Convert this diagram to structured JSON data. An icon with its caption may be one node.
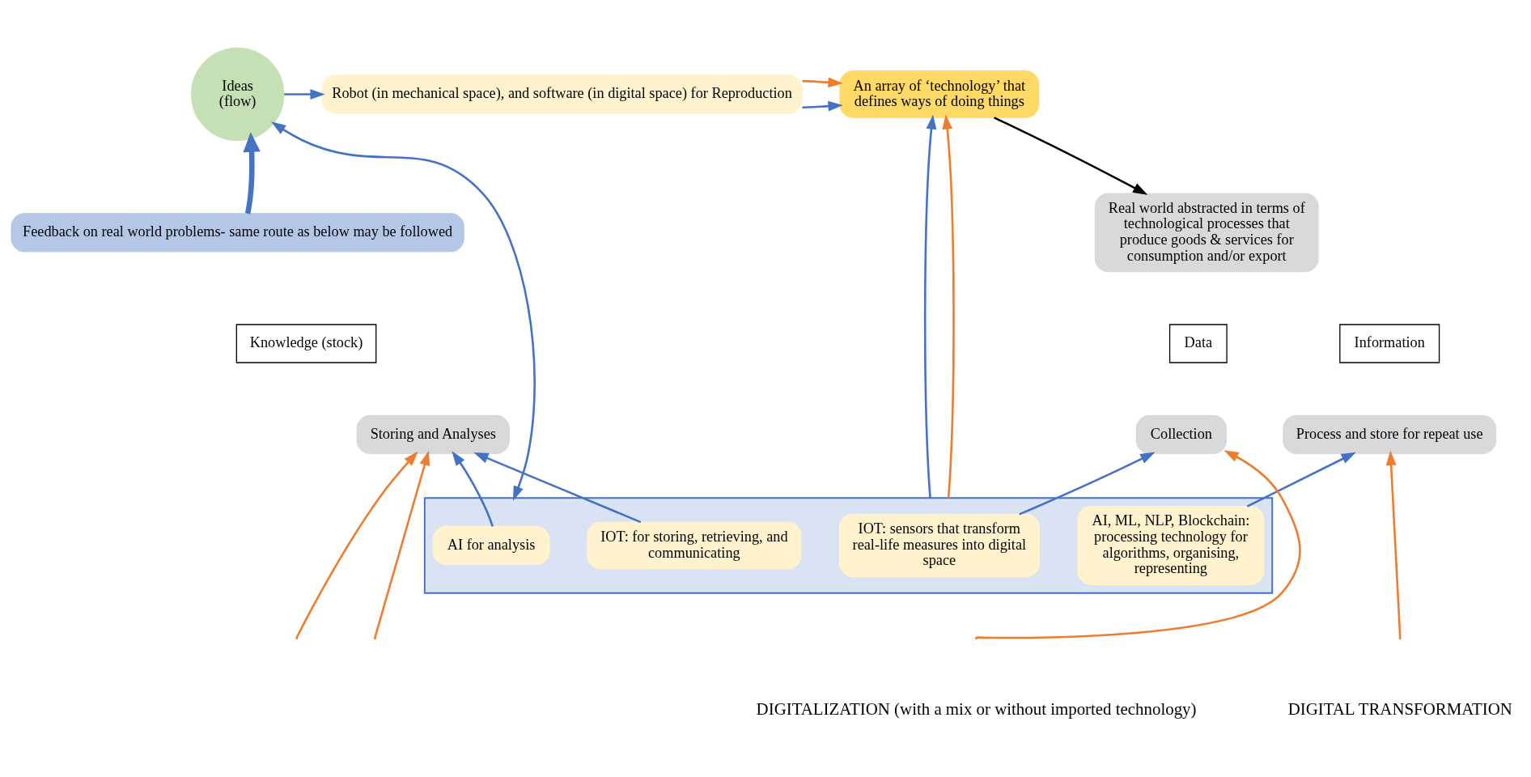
{
  "diagram": {
    "nodes": [
      {
        "text": [
          "An array of ‘technology’ that defines ways of doing things"
        ]
      },
      {
        "text": [
          "Robot (in mechanical space), and software (in digital space) for Reproduction"
        ]
      },
      {
        "text": [
          "Ideas",
          "(flow)"
        ]
      },
      {
        "text": [
          "Real world abstracted in terms of technological processes that produce goods & services for consumption and/or export"
        ]
      },
      {
        "text": [
          "Feedback on real world problems- same route as below may be followed"
        ]
      },
      {
        "text": [
          "Data"
        ]
      },
      {
        "text": [
          "Information"
        ]
      },
      {
        "text": [
          "Knowledge (stock)"
        ]
      },
      {
        "text": [
          "Collection"
        ]
      },
      {
        "text": [
          "Process and store for repeat use"
        ]
      },
      {
        "text": [
          "Storing and Analyses"
        ]
      },
      {
        "text": [],
        "shape": "box"
      },
      {
        "text": [
          "IOT: sensors that transform real-life measures into digital space"
        ],
        "in": 11
      },
      {
        "text": [
          "AI, ML, NLP, Blockchain: processing technology for algorithms, organising, representing"
        ],
        "in": 11
      },
      {
        "text": [
          "IOT: for storing, retrieving, and communicating"
        ],
        "in": 11
      },
      {
        "text": [
          "AI for analysis"
        ],
        "in": 11
      }
    ],
    "edges": [
      {
        "from": 1,
        "to": 0,
        "arrow": "to",
        "color": "#ed7d31"
      },
      {
        "from": 1,
        "to": 0,
        "arrow": "to"
      },
      {
        "from": 0,
        "to": 3,
        "arrow": "to",
        "color": "#000000"
      },
      {
        "from": 2,
        "to": 1,
        "arrow": "to"
      },
      {
        "from": 4,
        "to": 2,
        "arrow": "to",
        "style": "thick"
      },
      {
        "from": 2,
        "to": 11,
        "arrow": "both"
      },
      {
        "from": 11,
        "to": 0,
        "arrow": "to"
      },
      {
        "from": 11,
        "to": 0,
        "arrow": "to",
        "color": "#ed7d31"
      },
      {
        "from": 12,
        "to": 8,
        "arrow": "to"
      },
      {
        "from": null,
        "to": 8,
        "arrow": "to",
        "color": "#ed7d31"
      },
      {
        "from": 13,
        "to": 9,
        "arrow": "to"
      },
      {
        "from": null,
        "to": 9,
        "arrow": "to",
        "color": "#ed7d31"
      },
      {
        "from": 14,
        "to": 10,
        "arrow": "to"
      },
      {
        "from": null,
        "to": 10,
        "arrow": "to",
        "color": "#ed7d31"
      },
      {
        "from": 15,
        "to": 10,
        "arrow": "to"
      },
      {
        "from": null,
        "to": 10,
        "arrow": "to",
        "color": "#ed7d31"
      }
    ],
    "labels": [
      "DIGITALIZATION (with a mix or without imported technology)",
      "DIGITAL TRANSFORMATION"
    ]
  }
}
